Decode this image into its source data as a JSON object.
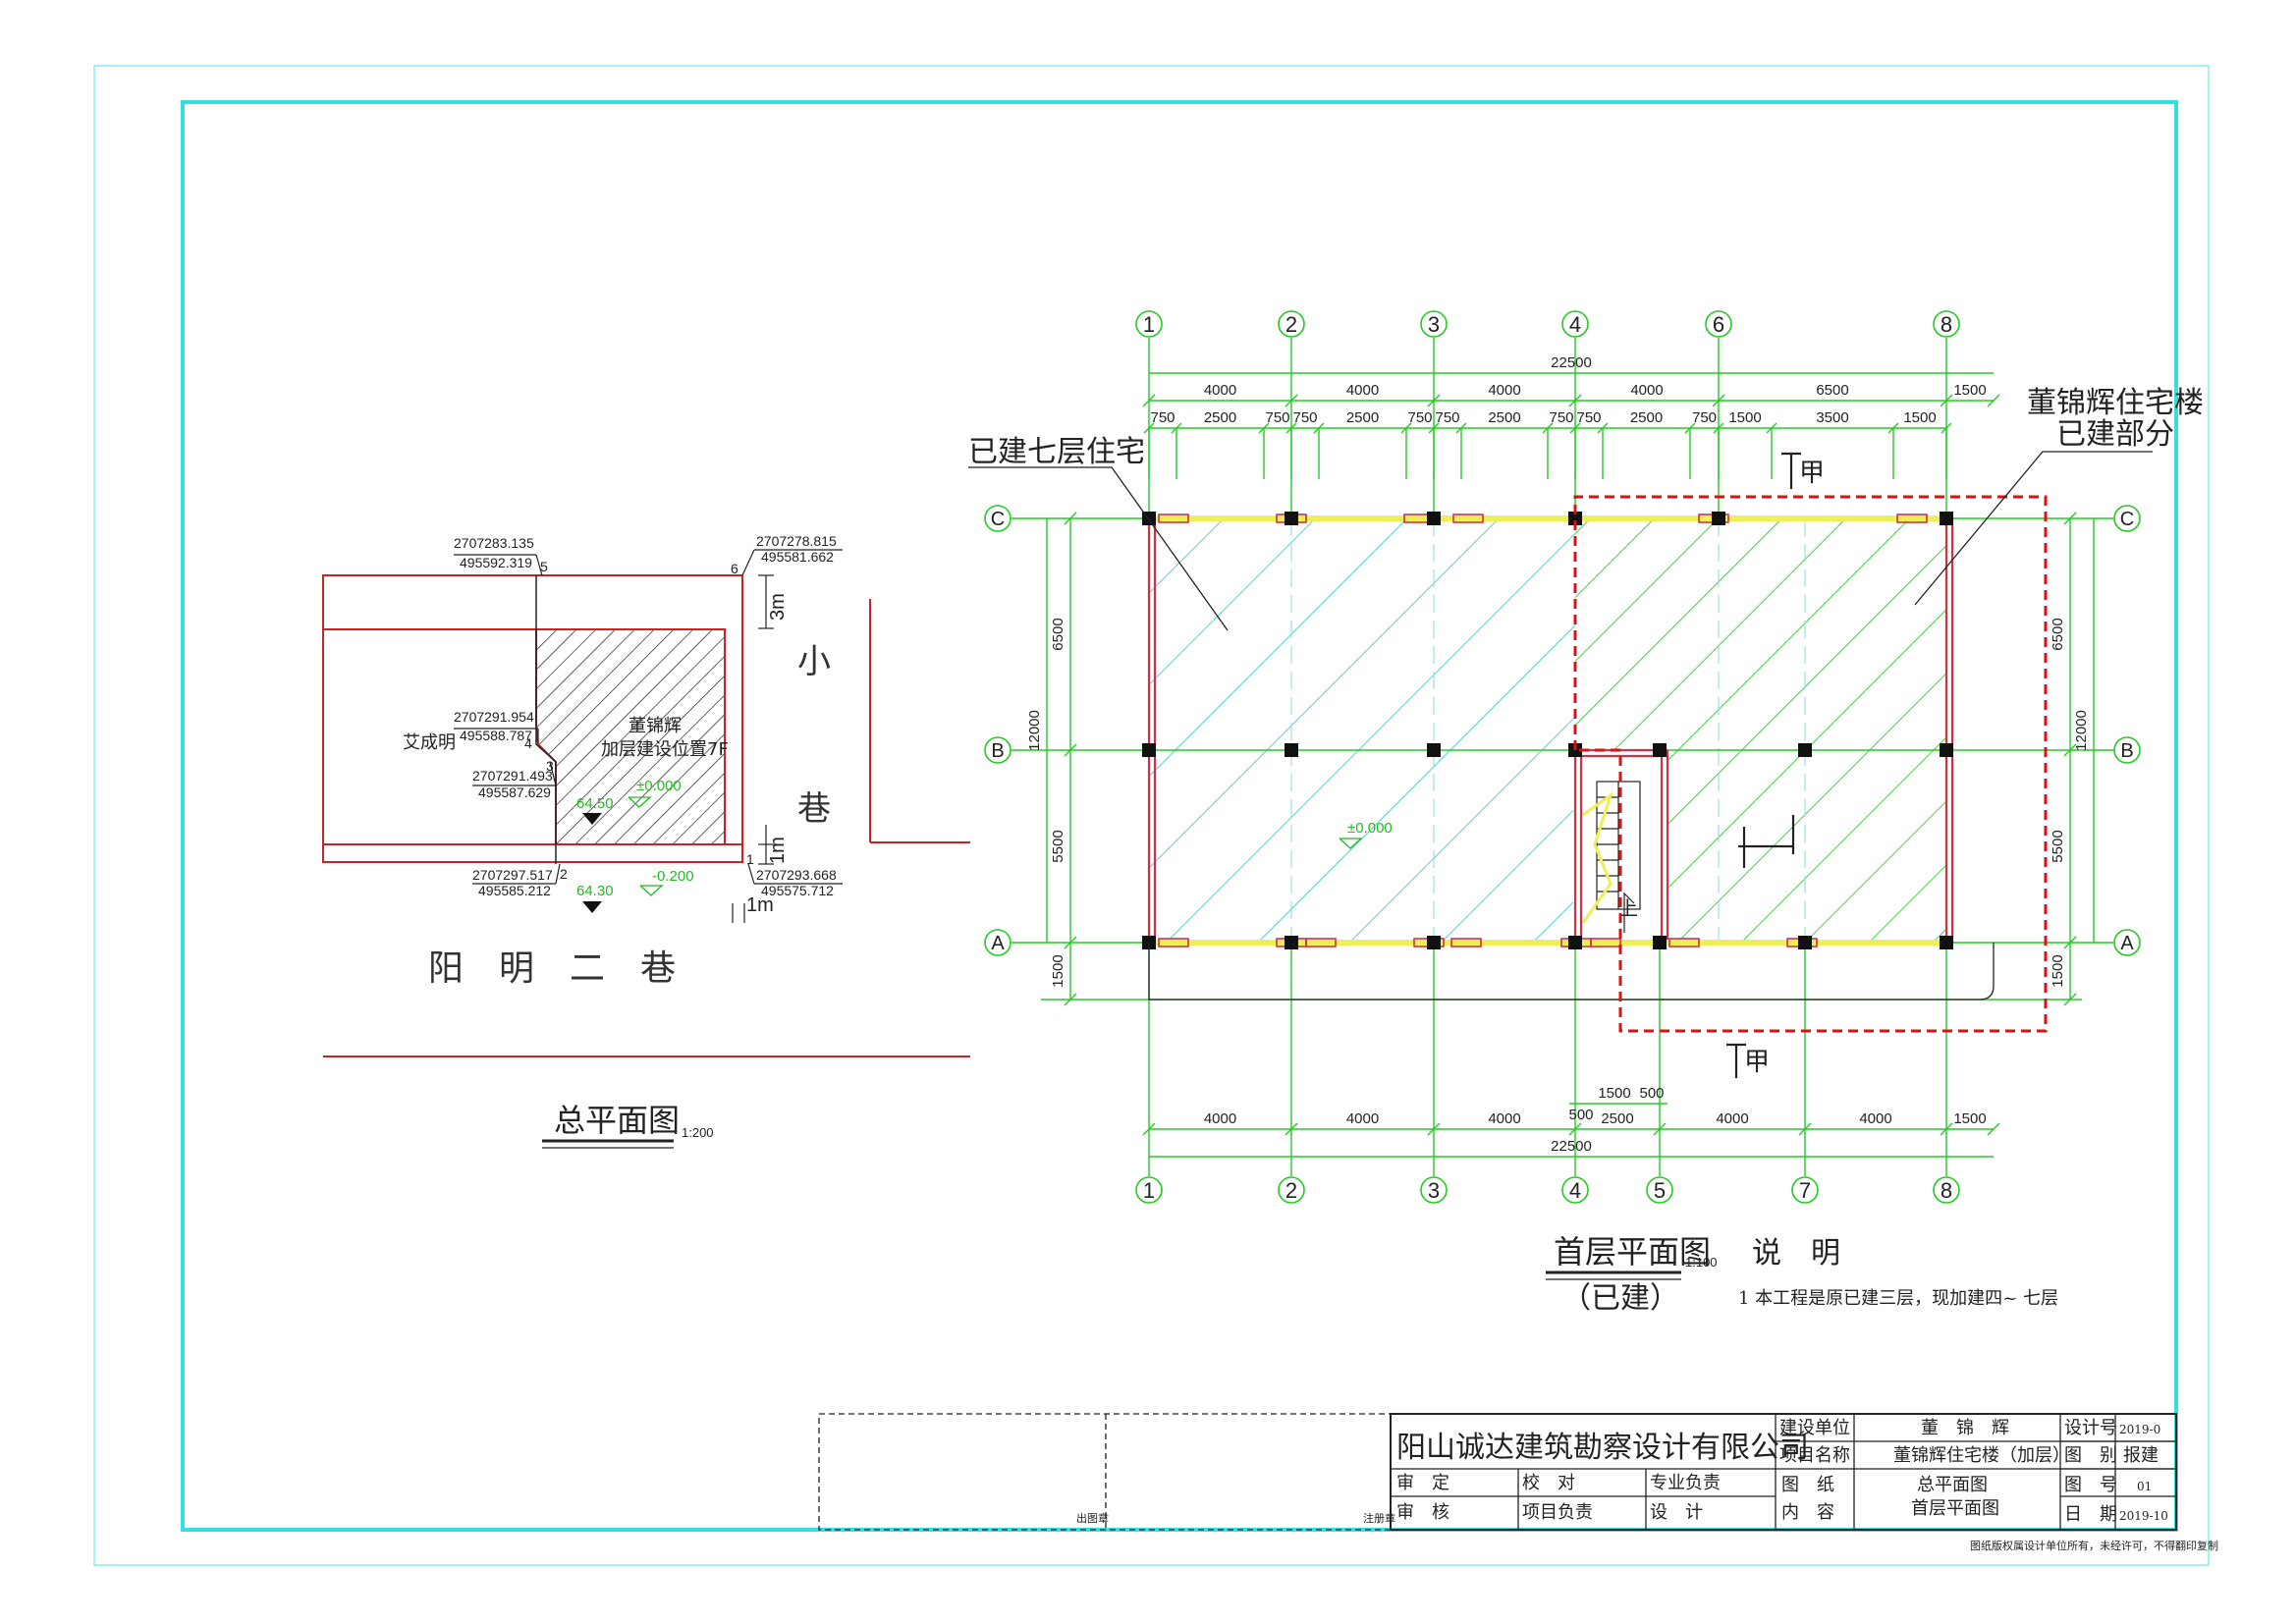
{
  "colors": {
    "frame": "#33e0e0",
    "grid": "#22cc22",
    "wall": "#cc3344",
    "hatch_cyan": "#44cccc",
    "hatch_green": "#33cc33",
    "red_dash": "#dd1111",
    "yellow": "#eeee55",
    "black": "#111111",
    "site_red": "#cc2222",
    "green_text": "#22bb22"
  },
  "site_plan": {
    "coords": {
      "p5": [
        "2707283.135",
        "495592.319"
      ],
      "p6": [
        "2707278.815",
        "495581.662"
      ],
      "p4": [
        "2707291.954",
        "495588.787"
      ],
      "p3": [
        "2707291.493",
        "495587.629"
      ],
      "p2": [
        "2707297.517",
        "495585.212"
      ],
      "p1": [
        "2707293.668",
        "495575.712"
      ]
    },
    "point_labels": [
      "5",
      "6",
      "4",
      "3",
      "2",
      "1"
    ],
    "neighbor": "艾成明",
    "owner": "董锦辉",
    "owner_note": "加层建设位置7F",
    "elev_zero": "±0.000",
    "elev_minus": "-0.200",
    "spot_1": "64.50",
    "spot_2": "64.30",
    "dim_3m": "3m",
    "dim_1m_a": "1m",
    "dim_1m_b": "1m",
    "lane_small_1": "小",
    "lane_small_2": "巷",
    "lane_main": "阳　明　二　巷",
    "title": "总平面图",
    "scale": "1:200"
  },
  "floor_plan": {
    "axes_top": [
      "1",
      "2",
      "3",
      "4",
      "6",
      "8"
    ],
    "axes_bottom": [
      "1",
      "2",
      "3",
      "4",
      "5",
      "7",
      "8"
    ],
    "axes_side": [
      "C",
      "B",
      "A"
    ],
    "top_total": "22500",
    "top_main": [
      "4000",
      "4000",
      "4000",
      "4000",
      "6500",
      "1500"
    ],
    "top_detail": [
      "750",
      "2500",
      "750",
      "750",
      "2500",
      "750",
      "750",
      "2500",
      "750",
      "750",
      "2500",
      "750",
      "1500",
      "3500",
      "1500"
    ],
    "bottom_main": [
      "4000",
      "4000",
      "4000",
      "2500",
      "4000",
      "4000",
      "1500"
    ],
    "bottom_total": "22500",
    "bottom_small": [
      "1500",
      "500",
      "500"
    ],
    "left_dims": [
      "6500",
      "5500",
      "1500"
    ],
    "left_total": "12000",
    "right_dims": [
      "6500",
      "5500",
      "1500"
    ],
    "right_total": "12000",
    "label_existing": "已建七层住宅",
    "label_owner_1": "董锦辉住宅楼",
    "label_owner_2": "已建部分",
    "section_mark": "甲",
    "elev": "±0.000",
    "stair_up": "上",
    "title": "首层平面图",
    "subtitle": "（已建）",
    "scale": "1:100"
  },
  "notes": {
    "heading": "说　明",
    "items": [
      "1 本工程是原已建三层，现加建四~ 七层"
    ]
  },
  "title_block": {
    "company": "阳山诚达建筑勘察设计有限公司",
    "out_stamp": "出图章",
    "reg_stamp": "注册章",
    "approve": "审　定",
    "check": "校　对",
    "discipline_lead": "专业负责",
    "review": "审　核",
    "project_lead": "项目负责",
    "design": "设　计",
    "client_label": "建设单位",
    "client_value": "董　锦　辉",
    "project_label": "项目名称",
    "project_value": "董锦辉住宅楼（加层）",
    "drawing_label_1": "图　纸",
    "drawing_label_2": "内　容",
    "drawing_value_1": "总平面图",
    "drawing_value_2": "首层平面图",
    "design_no_label": "设计号",
    "design_no_value": "2019-0",
    "category_label": "图　别",
    "category_value": "报建",
    "sheet_no_label": "图　号",
    "sheet_no_value": "01",
    "date_label": "日　期",
    "date_value": "2019-10",
    "copyright": "图纸版权属设计单位所有，未经许可，不得翻印复制"
  }
}
